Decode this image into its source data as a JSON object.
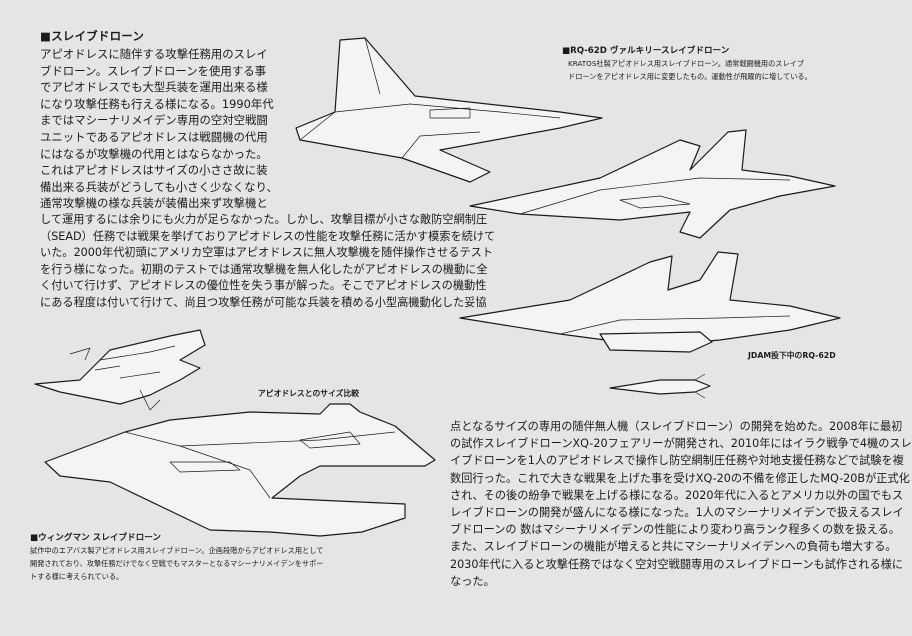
{
  "section_heading": "■スレイブドローン",
  "intro_lines": [
    "アピオドレスに随伴する攻撃任務用のスレイ",
    "ブドローン。スレイブドローンを使用する事",
    "でアピオドレスでも大型兵装を運用出来る様",
    "になり攻撃任務も行える様になる。1990年代",
    "まではマシーナリメイデン専用の空対空戦闘",
    "ユニットであるアピオドレスは戦闘機の代用",
    "にはなるが攻撃機の代用とはならなかった。",
    "これはアピオドレスはサイズの小ささ故に装",
    "備出来る兵装がどうしても小さく少なくなり、",
    "通常攻撃機の様な兵装が装備出来ず攻撃機と"
  ],
  "wide_lines": [
    "して運用するには余りにも火力が足らなかった。しかし、攻撃目標が小さな敵防空網制圧",
    "（SEAD）任務では戦果を挙げておりアピオドレスの性能を攻撃任務に活かす模索を続けて",
    "いた。2000年代初頭にアメリカ空軍はアピオドレスに無人攻撃機を随伴操作させるテスト",
    "を行う様になった。初期のテストでは通常攻撃機を無人化したがアピオドレスの機動に全",
    "く付いて行けず、アピオドレスの優位性を失う事が解った。そこでアピオドレスの機動性",
    "にある程度は付いて行けて、尚且つ攻撃任務が可能な兵装を積める小型高機動化した妥協"
  ],
  "right_lines": [
    "点となるサイズの専用の随伴無人機（スレイブドローン）の開発を始めた。2008年に最初",
    "の試作スレイブドローンXQ-20フェアリーが開発され、2010年にはイラク戦争で4機のスレ",
    "イブドローンを1人のアピオドレスで操作し防空網制圧任務や対地支援任務などで試験を複",
    "数回行った。これで大きな戦果を上げた事を受けXQ-20の不備を修正したMQ-20Bが正式化",
    "され、その後の紛争で戦果を上げる様になる。2020年代に入るとアメリカ以外の国でもス",
    "レイブドローンの開発が盛んになる様になった。1人のマシーナリメイデンで扱えるスレイ",
    "ブドローンの 数はマシーナリメイデンの性能により変わり高ランク程多くの数を扱える。",
    "また、スレイブドローンの機能が増えると共にマシーナリメイデンへの負荷も増大する。",
    "2030年代に入ると攻撃任務ではなく空対空戦闘専用のスレイブドローンも試作される様に",
    "なった。"
  ],
  "rq62": {
    "title": "■RQ-62D ヴァルキリースレイブドローン",
    "lines": [
      "KRATOS社製アピオドレス用スレイブドローン。通常戦闘機用のスレイブ",
      "ドローンをアピオドレス用に変更したもの。運動性が飛躍的に増している。"
    ]
  },
  "jdam_label": "JDAM投下中のRQ-62D",
  "size_label": "アピオドレスとのサイズ比較",
  "wingman": {
    "title": "■ウィングマン スレイブドローン",
    "lines": [
      "試作中のエアバス製アピオドレス用スレイブドローン。企画段階からアピオドレス用として",
      "開発されており、攻撃任務だけでなく空戦でもマスターとなるマシーナリメイデンをサポー",
      "トする様に考えられている。"
    ]
  }
}
